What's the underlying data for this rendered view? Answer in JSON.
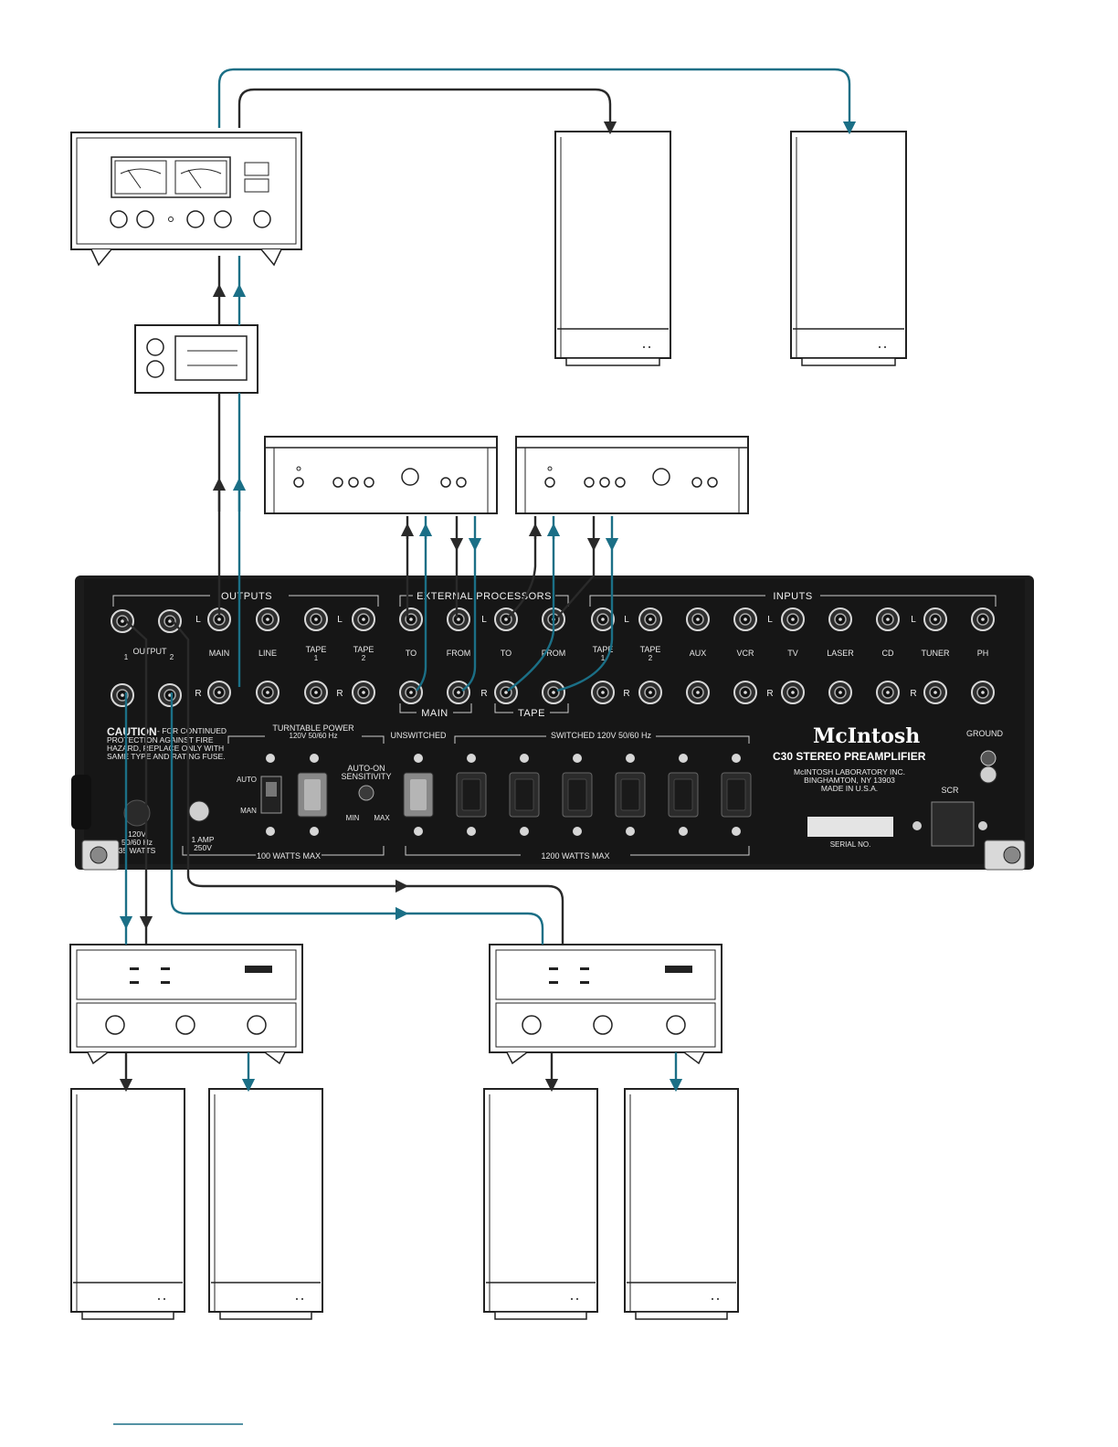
{
  "panel": {
    "outputs_label": "OUTPUTS",
    "external_processors_label": "EXTERNAL PROCESSORS",
    "inputs_label": "INPUTS",
    "output_label": "OUTPUT",
    "output_1": "1",
    "output_2": "2",
    "left": "L",
    "right": "R",
    "jack_labels": [
      "MAIN",
      "LINE",
      "TAPE 1",
      "TAPE 2",
      "TO",
      "FROM",
      "TO",
      "FROM",
      "TAPE 1",
      "TAPE 2",
      "AUX",
      "VCR",
      "TV",
      "LASER",
      "CD",
      "TUNER",
      "PH"
    ],
    "main_group": "MAIN",
    "tape_group": "TAPE",
    "caution": "CAUTION",
    "caution_text": [
      "- FOR CONTINUED",
      "PROTECTION AGAINST FIRE",
      "HAZARD, REPLACE ONLY WITH",
      "SAME TYPE AND RATING FUSE."
    ],
    "turntable_power": "TURNTABLE POWER",
    "turntable_power_spec": "120V 50/60 Hz",
    "auto": "AUTO",
    "man": "MAN",
    "auto_on_sensitivity": [
      "AUTO-ON",
      "SENSITIVITY"
    ],
    "min": "MIN",
    "max": "MAX",
    "unswitched": "UNSWITCHED",
    "switched": "SWITCHED 120V 50/60 Hz",
    "watts_100": "100 WATTS MAX",
    "watts_1200": "1200 WATTS MAX",
    "power_spec": [
      "120V",
      "50/60 Hz",
      "35 WATTS"
    ],
    "fuse_spec": [
      "1 AMP",
      "250V"
    ],
    "brand": "McIntosh",
    "model": "C30 STEREO PREAMPLIFIER",
    "maker": [
      "McINTOSH LABORATORY INC.",
      "BINGHAMTON, NY 13903",
      "MADE IN U.S.A."
    ],
    "serial": "SERIAL NO.",
    "ground": "GROUND",
    "scr": "SCR"
  },
  "colors": {
    "background": "#ffffff",
    "panel": "#1c1c1c",
    "cable_dark": "#2a2a2a",
    "cable_teal": "#1b6f86"
  }
}
